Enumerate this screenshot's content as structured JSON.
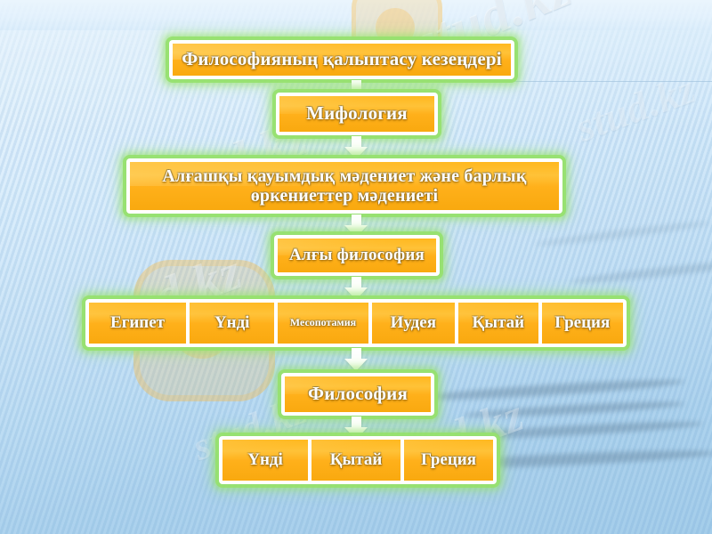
{
  "slide": {
    "language": "kk",
    "title_box": "Философияның қалыптасу кезеңдері",
    "background": {
      "style": "striped-blue-gradient",
      "base_color": "#cfe6f7",
      "stripe_color": "#6ca0cd"
    },
    "theme": {
      "box_fill": "#ffb81f",
      "box_border": "#ffffff",
      "box_glow": "#96e16e",
      "text_color": "#ffffff"
    }
  },
  "watermarks": {
    "text": "stud.kz",
    "logo_name": "stud-kz-logo"
  },
  "flow": {
    "level1": {
      "label": "Философияның қалыптасу кезеңдері"
    },
    "level2": {
      "label": "Мифология"
    },
    "level3": {
      "line1": "Алғашқы қауымдық мәдениет және барлық",
      "line2": "өркениеттер мәдениеті"
    },
    "level4": {
      "label": "Алғы философия"
    },
    "level5": {
      "cells": [
        {
          "label": "Египет"
        },
        {
          "label": "Үнді"
        },
        {
          "label": "Месопотамия"
        },
        {
          "label": "Иудея"
        },
        {
          "label": "Қытай"
        },
        {
          "label": "Греция"
        }
      ]
    },
    "level6": {
      "label": "Философия"
    },
    "level7": {
      "cells": [
        {
          "label": "Үнді"
        },
        {
          "label": "Қытай"
        },
        {
          "label": "Греция"
        }
      ]
    }
  },
  "arrows": {
    "a1": "arrow-down-icon",
    "a2": "arrow-down-icon",
    "a3": "arrow-down-icon",
    "a4": "arrow-down-icon",
    "a5": "arrow-down-icon",
    "a6": "arrow-down-icon"
  }
}
